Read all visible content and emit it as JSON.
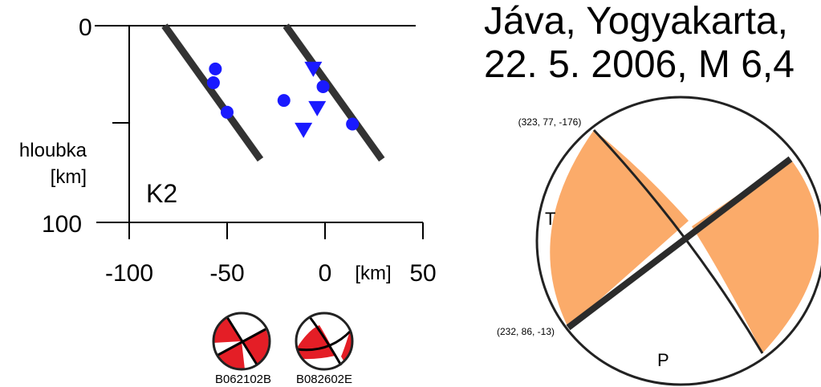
{
  "title": {
    "line1": "Jáva, Yogyakarta,",
    "line2": "22. 5. 2006, M 6,4"
  },
  "section_plot": {
    "panel_label": "K2",
    "y_axis_label": {
      "line1": "hloubka",
      "line2": "[km]"
    },
    "x_unit_label": "[km]",
    "x_ticks": [
      "-100",
      "-50",
      "0",
      "50"
    ],
    "y_ticks": [
      "0",
      "100"
    ],
    "x_range_km": [
      -100,
      50
    ],
    "depth_range_km": [
      0,
      100
    ],
    "fault_traces_km": [
      {
        "from": [
          -82,
          0
        ],
        "to": [
          -33,
          68
        ]
      },
      {
        "from": [
          -20,
          0
        ],
        "to": [
          29,
          68
        ]
      }
    ],
    "hypocenters_km": [
      {
        "x": -56,
        "depth": 22,
        "symbol": "circle"
      },
      {
        "x": -57,
        "depth": 29,
        "symbol": "circle"
      },
      {
        "x": -50,
        "depth": 44,
        "symbol": "circle"
      },
      {
        "x": -21,
        "depth": 38,
        "symbol": "circle"
      },
      {
        "x": -1,
        "depth": 31,
        "symbol": "circle"
      },
      {
        "x": 14,
        "depth": 50,
        "symbol": "circle"
      },
      {
        "x": -6,
        "depth": 22,
        "symbol": "triangle"
      },
      {
        "x": -4,
        "depth": 42,
        "symbol": "triangle"
      },
      {
        "x": -11,
        "depth": 53,
        "symbol": "triangle"
      }
    ],
    "marker_color": "#1a1aff",
    "fault_color": "#333333"
  },
  "small_beachballs": [
    {
      "id": "B062102B",
      "fill_color": "#e41e26"
    },
    {
      "id": "B082602E",
      "fill_color": "#e41e26"
    }
  ],
  "focal_mechanism": {
    "plane_a_label": "(323, 77, -176)",
    "plane_b_label": "(232, 86, -13)",
    "t_axis_label": "T",
    "p_axis_label": "P",
    "compression_color": "#fbab6a",
    "dilatation_color": "#ffffff"
  }
}
